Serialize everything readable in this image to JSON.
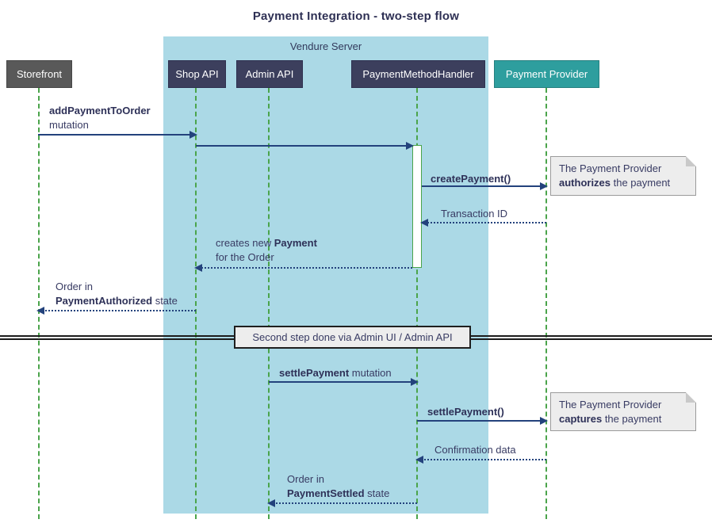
{
  "title": "Payment Integration - two-step flow",
  "frame": {
    "label": "Vendure Server"
  },
  "participants": [
    {
      "label": "Storefront"
    },
    {
      "label": "Shop API"
    },
    {
      "label": "Admin API"
    },
    {
      "label": "PaymentMethodHandler"
    },
    {
      "label": "Payment Provider"
    }
  ],
  "messages": {
    "m1": {
      "bold": "addPaymentToOrder",
      "line2": "mutation"
    },
    "m3": {
      "bold": "createPayment()"
    },
    "m4": {
      "text": "Transaction ID"
    },
    "m5": {
      "pre": "creates new ",
      "bold": "Payment",
      "line2": "for the Order"
    },
    "m6": {
      "line1": "Order in",
      "bold": "PaymentAuthorized",
      "rest": " state"
    },
    "m7": {
      "bold": "settlePayment",
      "rest": " mutation"
    },
    "m8": {
      "bold": "settlePayment()"
    },
    "m9": {
      "text": "Confirmation data"
    },
    "m10": {
      "line1": "Order in",
      "bold": "PaymentSettled",
      "rest": " state"
    }
  },
  "divider": {
    "label": "Second step done via Admin UI / Admin API"
  },
  "notes": {
    "n1": {
      "line1": "The Payment Provider",
      "bold": "authorizes",
      "rest": " the payment"
    },
    "n2": {
      "line1": "The Payment Provider",
      "bold": "captures",
      "rest": " the payment"
    }
  },
  "colors": {
    "frame_fill": "#ABD9E6",
    "participant_fill": "#3C3F5D",
    "storefront_fill": "#595959",
    "provider_fill": "#2E9E9E",
    "lifeline_green": "#4BA44B",
    "arrow_navy": "#23427C",
    "text_navy": "#383B63",
    "note_fill": "#EDEDED",
    "divider_fill": "#EDEDED"
  }
}
